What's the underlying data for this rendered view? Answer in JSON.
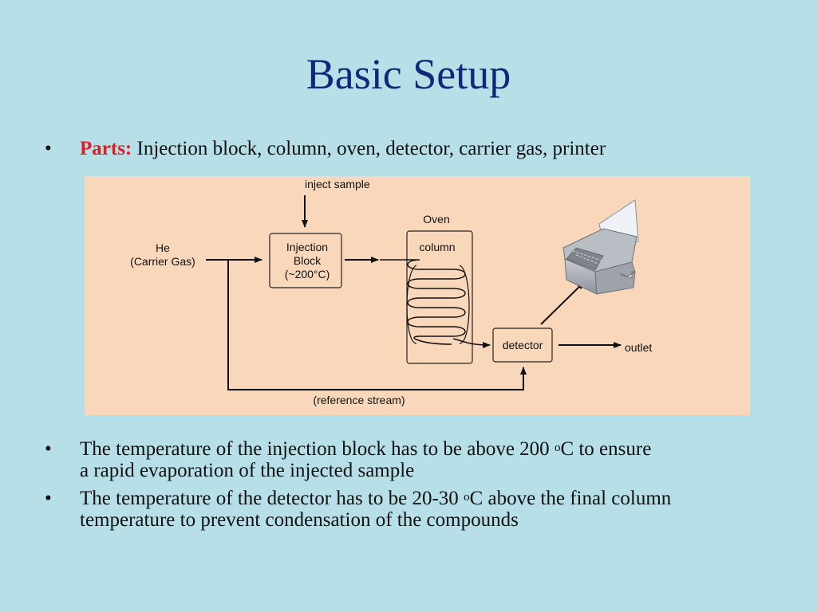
{
  "title": "Basic Setup",
  "bullet_marker": "•",
  "parts": {
    "label": "Parts:",
    "text": " Injection block, column, oven, detector, carrier gas, printer"
  },
  "diagram": {
    "background": "#f9d7bb",
    "labels": {
      "inject_sample": "inject sample",
      "oven": "Oven",
      "he": "He",
      "carrier_gas": "(Carrier Gas)",
      "injection": "Injection",
      "block": "Block",
      "temp": "(~200°C)",
      "column": "column",
      "detector": "detector",
      "outlet": "outlet",
      "reference_stream": "(reference stream)"
    }
  },
  "notes": [
    {
      "line1_pre": "The temperature of the injection block has to be above 200 ",
      "sup": "o",
      "line1_post": "C to ensure",
      "line2": "a rapid evaporation of the injected sample"
    },
    {
      "line1_pre": "The temperature of the detector has to be 20-30 ",
      "sup": "o",
      "line1_post": "C above the final column",
      "line2": "temperature to prevent condensation of the compounds"
    }
  ]
}
